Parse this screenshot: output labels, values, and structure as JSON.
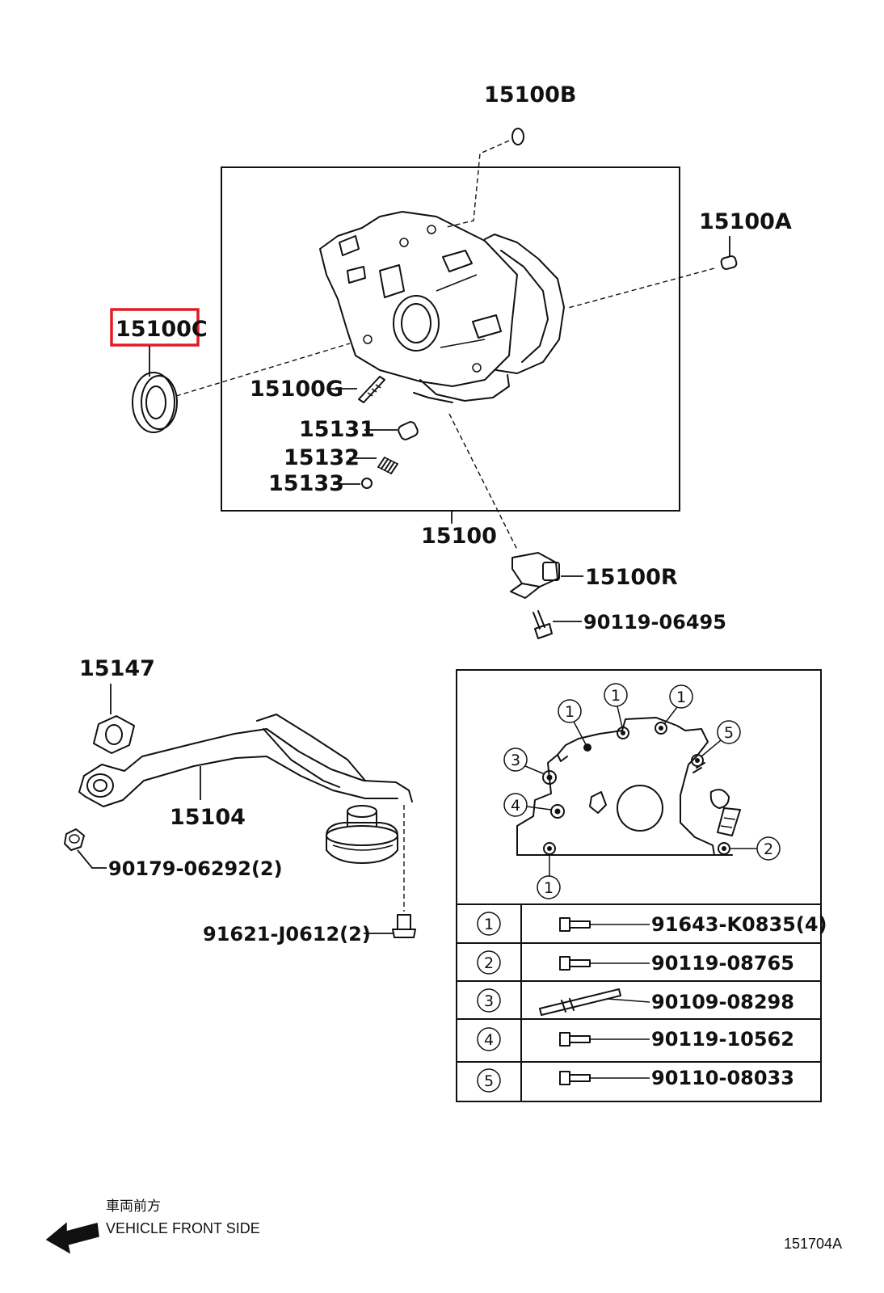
{
  "labels": {
    "p15100B": "15100B",
    "p15100A": "15100A",
    "p15100C": "15100C",
    "p15100G": "15100G",
    "p15131": "15131",
    "p15132": "15132",
    "p15133": "15133",
    "p15100": "15100",
    "p15100R": "15100R",
    "p90119_06495": "90119-06495",
    "p15147": "15147",
    "p15104": "15104",
    "p90179_06292": "90179-06292(2)",
    "p91621_J0612": "91621-J0612(2)"
  },
  "callouts": {
    "c1a": "1",
    "c1b": "1",
    "c1c": "1",
    "c1d": "1",
    "c2": "2",
    "c3": "3",
    "c4": "4",
    "c5": "5"
  },
  "legend": [
    {
      "num": "1",
      "part": "91643-K0835(4)"
    },
    {
      "num": "2",
      "part": "90119-08765"
    },
    {
      "num": "3",
      "part": "90109-08298"
    },
    {
      "num": "4",
      "part": "90119-10562"
    },
    {
      "num": "5",
      "part": "90110-08033"
    }
  ],
  "footer": {
    "jp_text": "車両前方",
    "en_text": "VEHICLE FRONT SIDE",
    "diagram_id": "151704A"
  },
  "highlight_color": "#e31b23"
}
